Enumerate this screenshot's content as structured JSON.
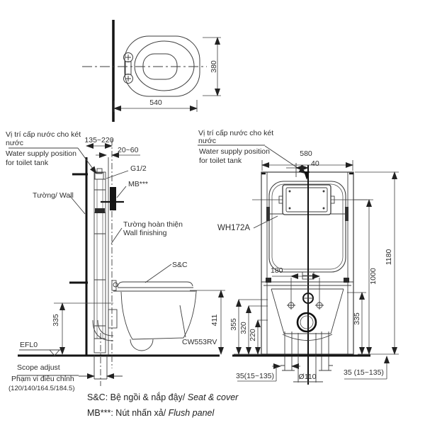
{
  "plan": {
    "dim_width": "540",
    "dim_depth": "380"
  },
  "side": {
    "supply_vi_1": "Vị trí cấp nước cho két",
    "supply_vi_2": "nước",
    "supply_en_1": "Water supply position",
    "supply_en_2": "for toilet tank",
    "dim_wall_range": "135~220",
    "dim_finish_range": "20~60",
    "fitting": "G1/2",
    "panel": "MB***",
    "wall": "Tường/ Wall",
    "finish_vi": "Tường hoàn thiện",
    "finish_en": "Wall finishing",
    "seat": "S&C",
    "model": "CW553RV",
    "floor": "EFL0",
    "dim_rim": "335",
    "dim_seat": "411",
    "scope_en": "Scope adjust",
    "scope_vi": "Phạm vi điều chỉnh",
    "scope_values": "(120/140/164.5/184.5)"
  },
  "front": {
    "supply_vi_1": "Vị trí cấp nước cho két",
    "supply_vi_2": "nước",
    "supply_en_1": "Water supply position",
    "supply_en_2": "for toilet tank",
    "dim_width": "580",
    "dim_offset": "40",
    "model": "WH172A",
    "dim_bolts": "180",
    "dim_h1": "355",
    "dim_h2": "320",
    "dim_h3": "220",
    "dim_rim": "335",
    "dim_supply_h": "1000",
    "dim_total_h": "1180",
    "dim_left": "35(15~135)",
    "dim_drain": "Ø110",
    "dim_right": "35 (15~135)"
  },
  "legend": {
    "sc_text": "S&C: Bệ ngồi & nắp đậy/",
    "sc_italic": " Seat & cover",
    "mb_text": "MB***: Nút nhấn xả/",
    "mb_italic": " Flush panel"
  },
  "colors": {
    "line": "#3d3d3d",
    "bold": "#141414",
    "text": "#2e2e2e"
  }
}
